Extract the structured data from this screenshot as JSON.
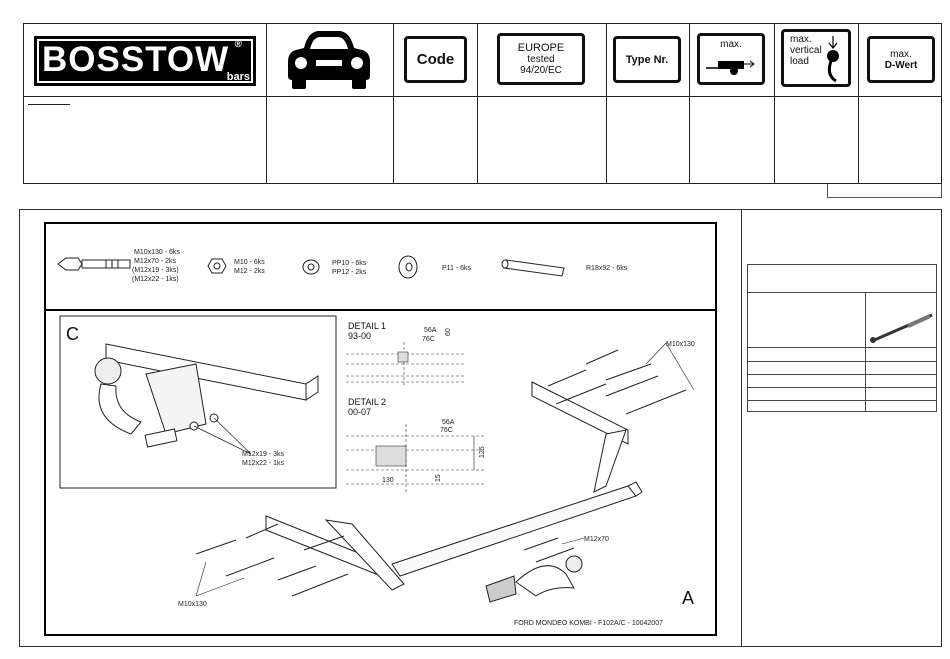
{
  "header": {
    "logo": {
      "name": "BOSSTOW",
      "reg": "®",
      "sub": "bars"
    },
    "car_icon": "car-front-icon",
    "code_label": "Code",
    "europe": {
      "line1": "EUROPE",
      "line2": "tested",
      "line3": "94/20/EC"
    },
    "type_label": "Type Nr.",
    "max_label": "max.",
    "vertical": {
      "line1": "max.",
      "line2": "vertical",
      "line3": "load"
    },
    "dwert": {
      "line1": "max.",
      "line2": "D-Wert"
    }
  },
  "drawing": {
    "parts": {
      "bolts": [
        "M10x130 - 6ks",
        "M12x70 - 2ks",
        "(M12x19 - 3ks)",
        "(M12x22 - 1ks)"
      ],
      "nuts": [
        "M10 - 6ks",
        "M12 - 2ks"
      ],
      "washers_pp": [
        "PP10 - 6ks",
        "PP12 - 2ks"
      ],
      "washer_p": "P11 - 6ks",
      "pin": "R18x92 - 6ks"
    },
    "detail_c": {
      "label": "C",
      "bolt1": "M12x19 - 3ks",
      "bolt2": "M12x22 - 1ks"
    },
    "detail1": {
      "title": "DETAIL 1",
      "sub": "93-00",
      "a": "56A",
      "b": "76C",
      "dim": "60"
    },
    "detail2": {
      "title": "DETAIL 2",
      "sub": "00-07",
      "a": "56A",
      "b": "76C",
      "dim1": "125",
      "dim2": "15",
      "dim3": "130"
    },
    "labels": {
      "m10x130_top": "M10x130",
      "m12x70": "M12x70",
      "m10x130_bottom": "M10x130",
      "view": "A"
    },
    "caption": "FORD MONDEO KOMBI - F102A/C - 10042007"
  }
}
